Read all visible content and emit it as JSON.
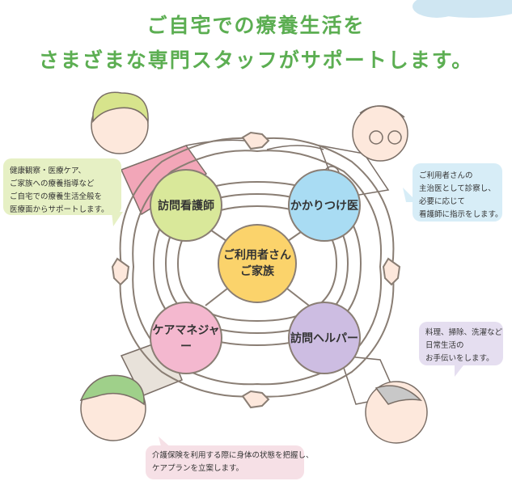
{
  "headline": {
    "line1": "ご自宅での療養生活を",
    "line2": "さまざまな専門スタッフがサポートします。"
  },
  "center": {
    "line1": "ご利用者さん",
    "line2": "ご家族",
    "color": "#fbd36b"
  },
  "roles": {
    "nurse": {
      "label": "訪問看護師",
      "color": "#d9e89a"
    },
    "doctor": {
      "label": "かかりつけ医",
      "color": "#a9dcf3"
    },
    "care": {
      "label": "ケアマネジャー",
      "color": "#f4b8cf"
    },
    "helper": {
      "label": "訪問ヘルパー",
      "color": "#cdbde2"
    }
  },
  "bubbles": {
    "nurse": [
      "健康観察・医療ケア、",
      "ご家族への療養指導など",
      "ご自宅での療養生活全般を",
      "医療面からサポートします。"
    ],
    "doctor": [
      "ご利用者さんの",
      "主治医として診察し、",
      "必要に応じて",
      "看護師に指示をします。"
    ],
    "helper": [
      "料理、掃除、洗濯など",
      "日常生活の",
      "お手伝いをします。"
    ],
    "care": [
      "介護保険を利用する際に身体の状態を把握し、",
      "ケアプランを立案します。"
    ]
  },
  "colors": {
    "headline": "#5cae52",
    "ring_stroke": "#8a7e74",
    "cloud": "#cfe6f2"
  }
}
